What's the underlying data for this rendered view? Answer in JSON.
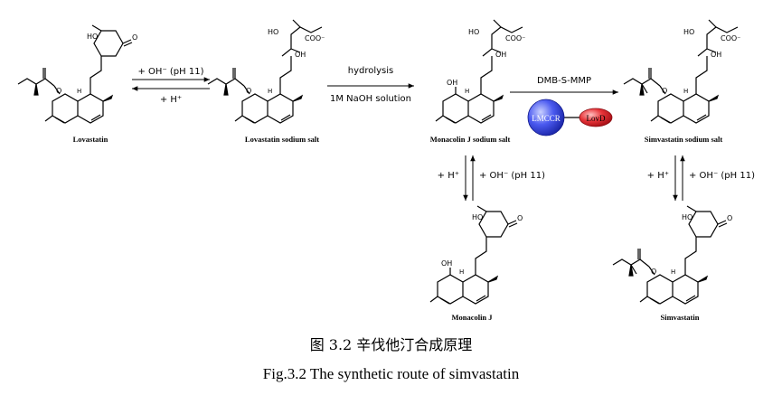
{
  "compounds": {
    "lovastatin": "Lovastatin",
    "lovastatin_na": "Lovastatin sodium salt",
    "monacolin_j_na": "Monacolin J sodium salt",
    "simvastatin_na": "Simvastatin sodium salt",
    "monacolin_j": "Monacolin J",
    "simvastatin": "Simvastatin"
  },
  "atoms": {
    "ho": "HO",
    "oh": "OH",
    "o": "O",
    "coo": "COO⁻",
    "h": "H"
  },
  "arrows": {
    "step1_forward": "+ OH⁻ (pH 11)",
    "step1_reverse": "+ H⁺",
    "step2_top": "hydrolysis",
    "step2_bottom": "1M NaOH solution",
    "step3_top": "DMB-S-MMP",
    "mj_left": "+ H⁺",
    "mj_right": "+ OH⁻ (pH 11)",
    "sv_left": "+ H⁺",
    "sv_right": "+ OH⁻ (pH 11)"
  },
  "enzymes": {
    "lmccr": "LMCCR",
    "lovd": "LovD",
    "lmccr_color": "#3f4fd8",
    "lovd_color": "#e0272e"
  },
  "caption": {
    "chinese": "图 3.2 辛伐他汀合成原理",
    "english": "Fig.3.2 The synthetic route of simvastatin"
  }
}
